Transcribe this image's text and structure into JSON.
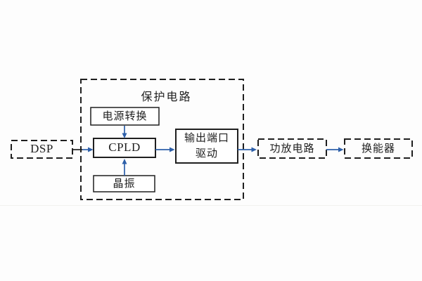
{
  "diagram": {
    "background": "#fdfdfd",
    "colors": {
      "line": "#1f1f1f",
      "arrow": "#2d5fa9",
      "box_fill": "#ffffff"
    },
    "container": {
      "title": "保护电路"
    },
    "nodes": {
      "dsp": {
        "label": "DSP"
      },
      "power_conversion": {
        "label": "电源转换"
      },
      "cpld": {
        "label": "CPLD"
      },
      "crystal_oscillator": {
        "label": "晶振"
      },
      "output_port_driver": {
        "label": "输出端口驱动",
        "line1": "输出端口",
        "line2": "驱动"
      },
      "amplifier_circuit": {
        "label": "功放电路"
      },
      "transducer": {
        "label": "换能器"
      }
    },
    "connections": [
      {
        "from": "dsp",
        "to": "cpld"
      },
      {
        "from": "power_conversion",
        "to": "cpld"
      },
      {
        "from": "crystal_oscillator",
        "to": "cpld"
      },
      {
        "from": "cpld",
        "to": "output_port_driver"
      },
      {
        "from": "output_port_driver",
        "to": "amplifier_circuit"
      },
      {
        "from": "amplifier_circuit",
        "to": "transducer"
      }
    ]
  }
}
